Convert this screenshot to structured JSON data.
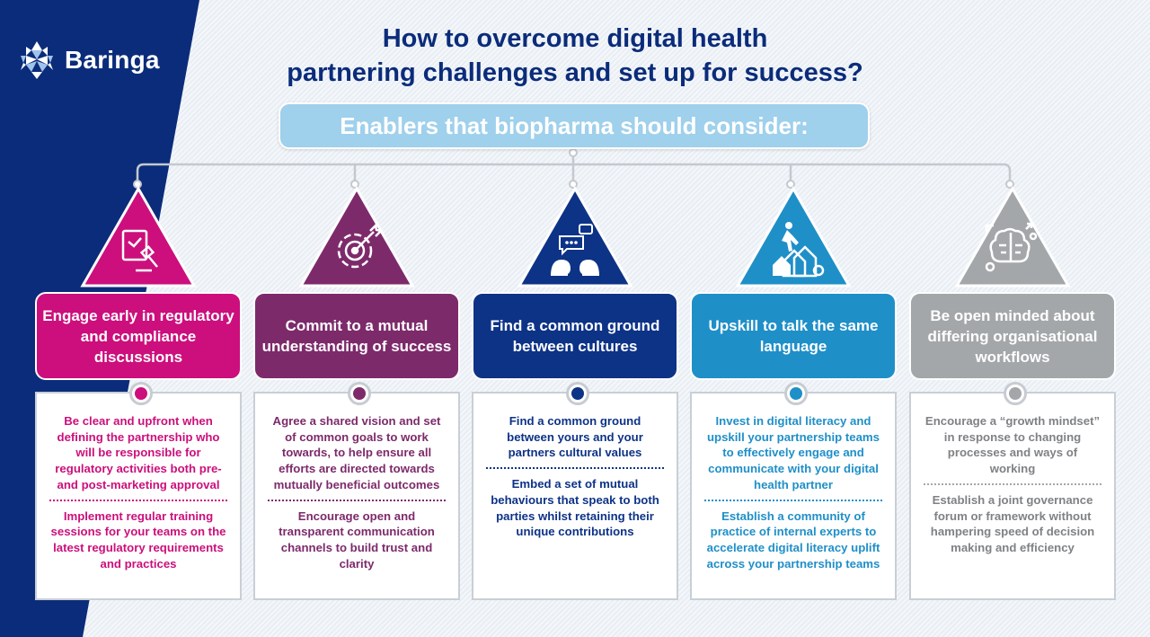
{
  "brand": {
    "name": "Baringa"
  },
  "title": {
    "line1": "How to overcome digital health",
    "line2": "partnering challenges and set up for success?"
  },
  "banner": "Enablers that biopharma should consider:",
  "colors": {
    "navy": "#0b2c7a",
    "magenta": "#cc0f7c",
    "purple": "#7d2a6b",
    "darkblue": "#0d3387",
    "cyan": "#1f8fc8",
    "grey": "#a4a7aa",
    "banner": "#9fd0ec"
  },
  "columns": [
    {
      "icon": "regulatory-compliance-icon",
      "header": "Engage early in regulatory and compliance discussions",
      "point1": "Be clear and upfront when defining the partnership who will be responsible for regulatory activities both pre- and post-marketing approval",
      "point2": "Implement regular training sessions for your teams on the latest regulatory requirements and practices"
    },
    {
      "icon": "target-goal-icon",
      "header": "Commit to a mutual understanding of success",
      "point1": "Agree a shared vision and set of common goals to work towards, to help ensure all efforts are directed towards mutually beneficial outcomes",
      "point2": "Encourage open and transparent communication channels to build trust and clarity"
    },
    {
      "icon": "conversation-icon",
      "header": "Find a common ground between cultures",
      "point1": "Find a common ground between yours and your partners cultural values",
      "point2": "Embed a set of mutual behaviours that speak to both parties whilst retaining their unique contributions"
    },
    {
      "icon": "upskill-climb-icon",
      "header": "Upskill to talk the same language",
      "point1": "Invest in digital literacy and upskill your partnership teams to effectively engage and communicate with your digital health partner",
      "point2": "Establish a community of practice of internal experts to accelerate digital literacy uplift across your partnership teams"
    },
    {
      "icon": "brain-workflow-icon",
      "header": "Be open minded about differing organisational workflows",
      "point1": "Encourage a “growth mindset” in response to changing processes and ways of working",
      "point2": "Establish a joint governance forum or framework without hampering speed of decision making and efficiency"
    }
  ]
}
